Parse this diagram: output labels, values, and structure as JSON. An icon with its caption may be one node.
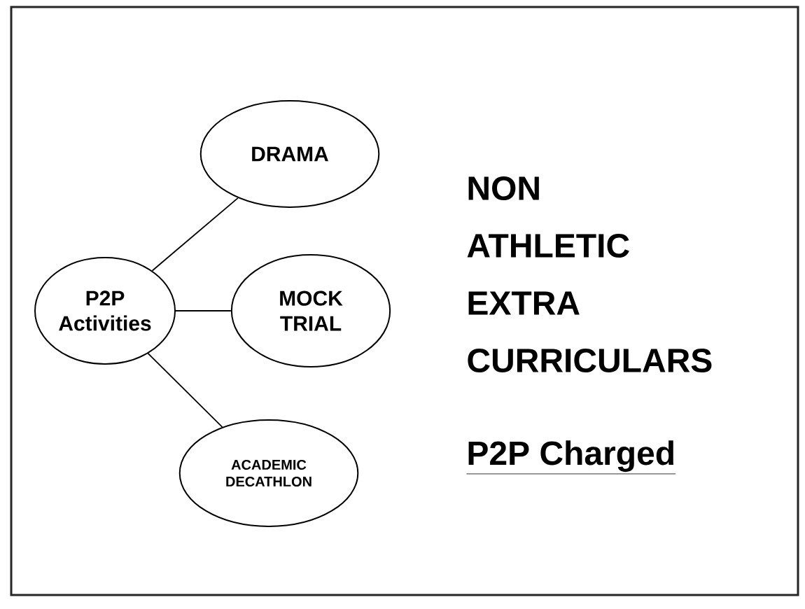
{
  "diagram": {
    "nodes": [
      {
        "text": [
          "P2P Activities"
        ]
      },
      {
        "text": [
          "DRAMA"
        ]
      },
      {
        "text": [
          "MOCK TRIAL"
        ]
      },
      {
        "text": [
          "ACADEMIC DECATHLON"
        ]
      }
    ],
    "edges": [
      {
        "from": 0,
        "to": 1,
        "arrow": "none"
      },
      {
        "from": 0,
        "to": 2,
        "arrow": "none"
      },
      {
        "from": 0,
        "to": 3,
        "arrow": "none"
      }
    ],
    "labels": [
      "NON ATHLETIC EXTRA CURRICULARS",
      "P2P Charged"
    ]
  }
}
